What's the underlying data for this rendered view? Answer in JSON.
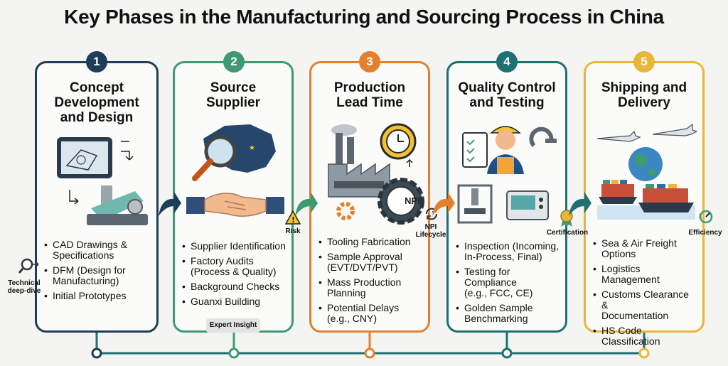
{
  "title": "Key Phases in the Manufacturing and Sourcing Process in China",
  "colors": {
    "phase1": "#1e3d59",
    "phase2": "#3f9a73",
    "phase3": "#e3802e",
    "phase4": "#1f6f74",
    "phase5": "#e8b73a",
    "arrow_navy": "#1e3d59",
    "arrow_green": "#3f9a73",
    "arrow_orange": "#e3802e",
    "arrow_teal": "#1f6f74"
  },
  "phases": [
    {
      "number": "1",
      "title": [
        "Concept",
        "Development",
        "and Design"
      ],
      "icon": "cad-tablet-and-machine-icon",
      "items": [
        [
          "CAD Drawings &",
          "Specifications"
        ],
        [
          "DFM (Design for",
          "Manufacturing)"
        ],
        [
          "Initial Prototypes"
        ]
      ]
    },
    {
      "number": "2",
      "title": [
        "Source",
        "Supplier"
      ],
      "icon": "china-map-magnifier-handshake-icon",
      "items": [
        [
          "Supplier Identification"
        ],
        [
          "Factory Audits",
          "(Process & Quality)"
        ],
        [
          "Background Checks"
        ],
        [
          "Guanxi Building"
        ]
      ]
    },
    {
      "number": "3",
      "title": [
        "Production",
        "Lead Time"
      ],
      "icon": "factory-clock-npi-gear-icon",
      "items": [
        [
          "Tooling Fabrication"
        ],
        [
          "Sample Approval",
          "(EVT/DVT/PVT)"
        ],
        [
          "Mass Production",
          "Planning"
        ],
        [
          "Potential Delays",
          "(e.g., CNY)"
        ]
      ]
    },
    {
      "number": "4",
      "title": [
        "Quality Control",
        "and Testing"
      ],
      "icon": "inspector-and-test-equipment-icon",
      "items": [
        [
          "Inspection (Incoming,",
          "In-Process, Final)"
        ],
        [
          "Testing for Compliance",
          "(e.g., FCC, CE)"
        ],
        [
          "Golden Sample",
          "Benchmarking"
        ]
      ]
    },
    {
      "number": "5",
      "title": [
        "Shipping and",
        "Delivery"
      ],
      "icon": "planes-globe-ships-icon",
      "items": [
        [
          "Sea & Air Freight",
          "Options"
        ],
        [
          "Logistics Management"
        ],
        [
          "Customs Clearance &",
          "Documentation"
        ],
        [
          "HS Code Classification"
        ]
      ]
    }
  ],
  "side_labels": {
    "technical": [
      "Technical",
      "deep-dive"
    ],
    "risk": "Risk",
    "npi": [
      "NPI",
      "Lifecycle"
    ],
    "certification": "Certification",
    "efficiency": "Efficiency",
    "expert": "Expert Insight"
  },
  "npi_label": "NPI"
}
